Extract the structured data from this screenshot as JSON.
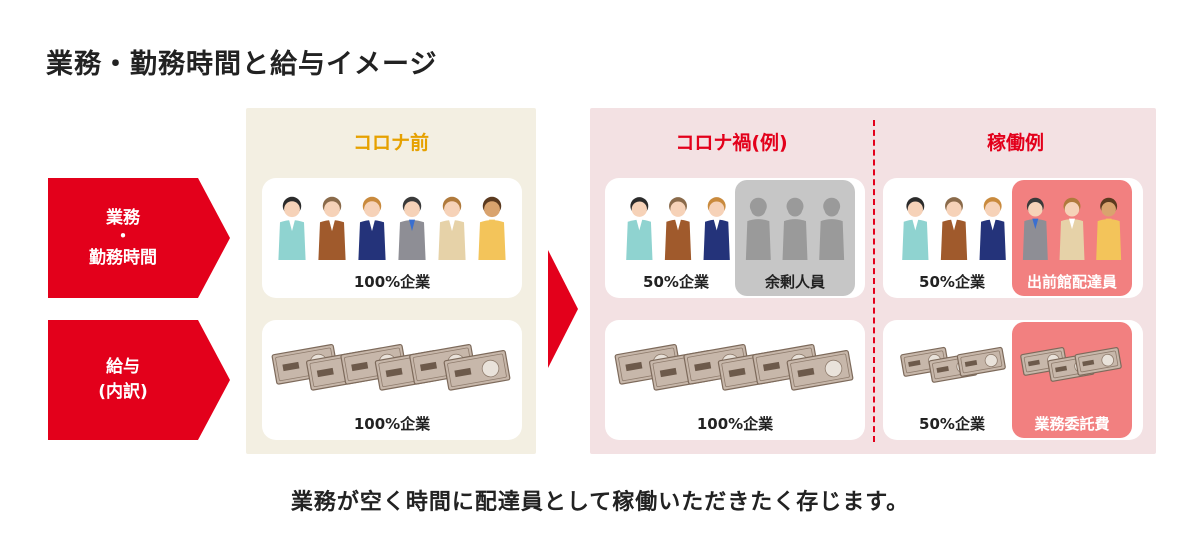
{
  "title": "業務・勤務時間と給与イメージ",
  "colors": {
    "accent_red": "#e3001b",
    "before_bg": "#f3efe2",
    "after_bg": "#f3e1e3",
    "before_header": "#e6a100",
    "surplus_gray": "#c6c6c6",
    "delivery_pink": "#f28080"
  },
  "row_labels": {
    "work": {
      "line1": "業務",
      "dot": "・",
      "line2": "勤務時間"
    },
    "pay": {
      "line1": "給与",
      "line2": "(内訳)"
    }
  },
  "panels": {
    "before": {
      "header": "コロナ前",
      "work_label": "100%企業",
      "pay_label": "100%企業"
    },
    "during": {
      "header": "コロナ禍(例)",
      "work_label": "50%企業",
      "surplus_label": "余剰人員",
      "pay_label": "100%企業"
    },
    "example": {
      "header": "稼働例",
      "work_label": "50%企業",
      "delivery_label": "出前館配達員",
      "pay_label": "50%企業",
      "fee_label": "業務委託費"
    }
  },
  "caption": "業務が空く時間に配達員として稼働いただきたく存じます。"
}
